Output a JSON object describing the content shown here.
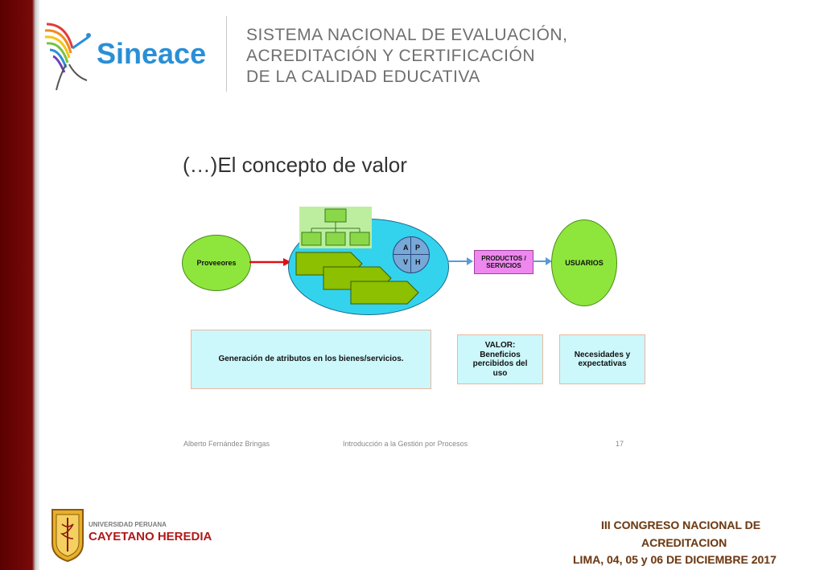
{
  "header": {
    "brand": "Sineace",
    "org_line1": "SISTEMA NACIONAL DE EVALUACIÓN,",
    "org_line2": "ACREDITACIÓN Y CERTIFICACIÓN",
    "org_line3": "DE LA CALIDAD EDUCATIVA"
  },
  "slide": {
    "title": "(…)El concepto de valor",
    "proveedores": "Proveeores",
    "quadrants": [
      "A",
      "P",
      "V",
      "H"
    ],
    "productos_line1": "PRODUCTOS /",
    "productos_line2": "SERVICIOS",
    "usuarios": "USUARIOS",
    "generacion": "Generación de atributos en los bienes/servicios.",
    "valor_line1": "VALOR:",
    "valor_line2": "Beneficios",
    "valor_line3": "percibidos del",
    "valor_line4": "uso",
    "necesidades_line1": "Necesidades y",
    "necesidades_line2": "expectativas",
    "footer_author": "Alberto Fernández Bringas",
    "footer_course": "Introducción  a la Gestión por Procesos",
    "footer_page": "17"
  },
  "university": {
    "line1": "UNIVERSIDAD PERUANA",
    "line2": "CAYETANO HEREDIA"
  },
  "congress": {
    "line1": "III CONGRESO NACIONAL DE",
    "line2": "ACREDITACION",
    "line3": "LIMA, 04, 05 y 06 DE DICIEMBRE 2017"
  },
  "colors": {
    "brand_blue": "#2a8fd6",
    "sidebar_red": "#7a0a0a",
    "green": "#7ed321",
    "cyan": "#33ccee",
    "magenta": "#ee88ee"
  }
}
